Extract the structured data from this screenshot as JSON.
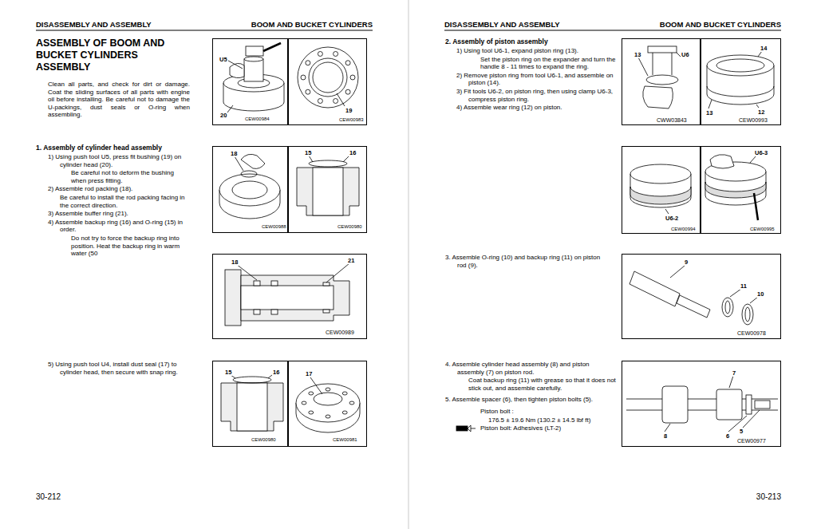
{
  "diagram": {
    "title": "ASSEMBLY OF BOOM AND BUCKET CYLINDERS ASSEMBLY",
    "nodes": [
      {
        "text": [
          "U5",
          "20",
          "CEW00984"
        ]
      },
      {
        "text": [
          "19",
          "CEW00983"
        ]
      },
      {
        "text": [
          "18",
          "CEW00988"
        ]
      },
      {
        "text": [
          "15",
          "16",
          "CEW00980"
        ]
      },
      {
        "text": [
          "18",
          "21",
          "CEW00989"
        ]
      },
      {
        "text": [
          "15",
          "16",
          "CEW00980"
        ]
      },
      {
        "text": [
          "17",
          "CEW00981"
        ]
      },
      {
        "text": [
          "13",
          "U6",
          "CWW03843"
        ]
      },
      {
        "text": [
          "14",
          "13",
          "12",
          "CEW00993"
        ]
      },
      {
        "text": [
          "U6-2",
          "CEW00994"
        ]
      },
      {
        "text": [
          "U6-3",
          "CEW00995"
        ]
      },
      {
        "text": [
          "9",
          "11",
          "10",
          "CEW00978"
        ]
      },
      {
        "text": [
          "7",
          "8",
          "6",
          "5",
          "CEW00977"
        ]
      }
    ],
    "labels": [
      "DISASSEMBLY AND ASSEMBLY",
      "BOOM AND BUCKET CYLINDERS",
      "Clean all parts, and check for dirt or damage. Coat the sliding surfaces of all parts with engine oil before installing. Be careful not to damage the U-packings, dust seals or O-ring when assembling.",
      "1. Assembly of cylinder head assembly",
      "1) Using push tool U5, press fit bushing (19) on cylinder head (20).",
      "Be careful not to deform the bushing when press fitting.",
      "2) Assemble rod packing (18).",
      "Be careful to install the rod packing facing in the correct direction.",
      "3) Assemble buffer ring (21).",
      "4) Assemble backup ring (16) and O-ring (15) in order.",
      "Do not try to force the backup ring into position. Heat the backup ring in warm water (50",
      "5) Using push tool U4, install dust seal (17) to cylinder head, then secure with snap ring.",
      "30-212",
      "DISASSEMBLY AND ASSEMBLY",
      "BOOM AND BUCKET CYLINDERS",
      "2. Assembly of piston assembly",
      "1) Using tool U6-1, expand piston ring (13).",
      "Set the piston ring on the expander and turn the handle 8 - 11 times to expand the ring.",
      "2) Remove piston ring from tool U6-1, and assemble on piston (14).",
      "3) Fit tools U6-2, on piston ring, then using clamp U6-3, compress piston ring.",
      "4) Assemble wear ring (12) on piston.",
      "3. Assemble O-ring (10) and backup ring (11) on piston rod (9).",
      "4. Assemble cylinder head assembly (8) and piston assembly (7) on piston rod.",
      "Coat backup ring (11) with grease so that it does not stick out, and assemble carefully.",
      "5. Assemble spacer (6), then tighten piston bolts (5).",
      "Piston bolt :",
      "176.5 ± 19.6 Nm (130.2 ± 14.5 lbf ft)",
      "Piston bolt: Adhesives (LT-2)",
      "30-213"
    ]
  }
}
